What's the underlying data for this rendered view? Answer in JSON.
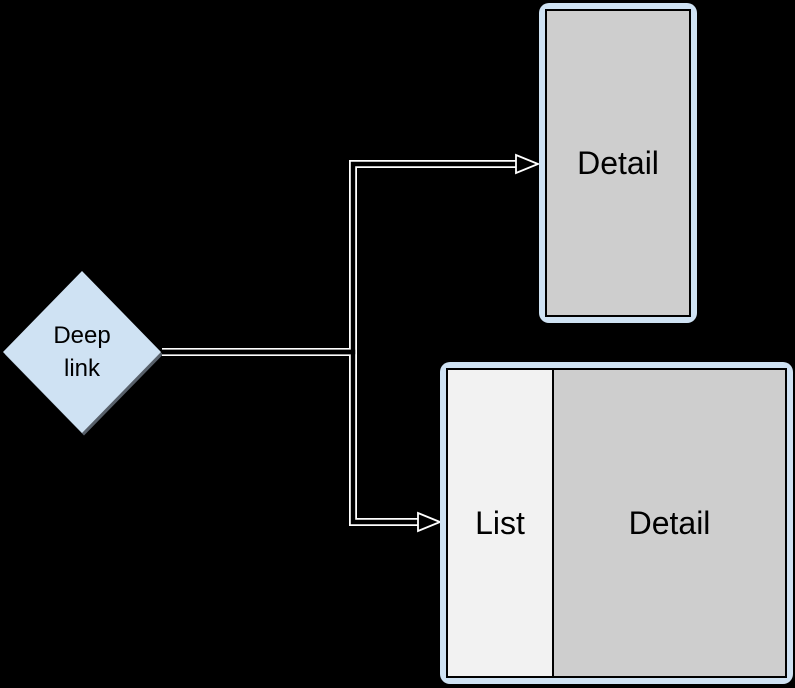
{
  "colors": {
    "background": "#000000",
    "node_fill": "#cfe2f3",
    "node_shadow": "#58606a",
    "frame_fill": "#cfe2f3",
    "detail_pane_fill": "#cecece",
    "list_pane_fill": "#f2f2f2",
    "inner_border": "#000000",
    "connector": "#ffffff",
    "label_text": "#000000"
  },
  "nodes": {
    "deep_link": {
      "label": "Deep link",
      "shape": "diamond"
    },
    "detail_screen": {
      "label": "Detail",
      "type": "phone-screen"
    },
    "list_detail_screen": {
      "list_label": "List",
      "detail_label": "Detail",
      "type": "split-screen"
    }
  },
  "connectors": [
    {
      "from": "deep_link",
      "to": "detail_screen",
      "style": "double-line",
      "arrowhead": "open-triangle"
    },
    {
      "from": "deep_link",
      "to": "list_detail_screen",
      "style": "double-line",
      "arrowhead": "open-triangle"
    }
  ]
}
